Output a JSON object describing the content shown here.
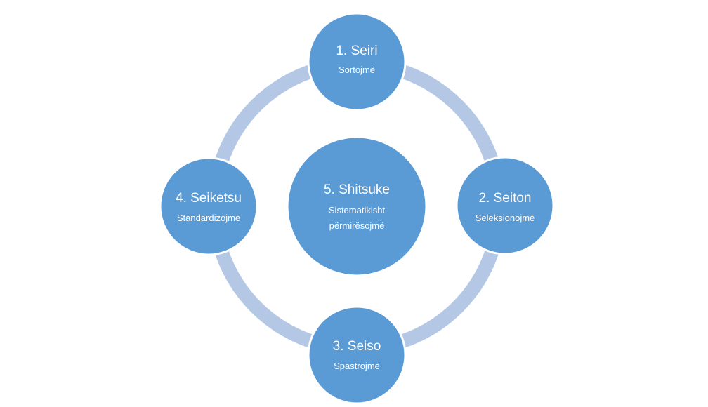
{
  "colors": {
    "node_fill": "#5b9bd5",
    "node_stroke": "#ffffff",
    "ring": "#b4c8e6",
    "text": "#ffffff"
  },
  "nodes": [
    {
      "title": "1. Seiri",
      "subtitle": [
        "Sortojmë"
      ]
    },
    {
      "title": "2. Seiton",
      "subtitle": [
        "Seleksionojmë"
      ]
    },
    {
      "title": "3. Seiso",
      "subtitle": [
        "Spastrojmë"
      ]
    },
    {
      "title": "4. Seiketsu",
      "subtitle": [
        "Standardizojmë"
      ]
    },
    {
      "title": "5. Shitsuke",
      "subtitle": [
        "Sistematikisht",
        "përmirësojmë"
      ]
    }
  ]
}
